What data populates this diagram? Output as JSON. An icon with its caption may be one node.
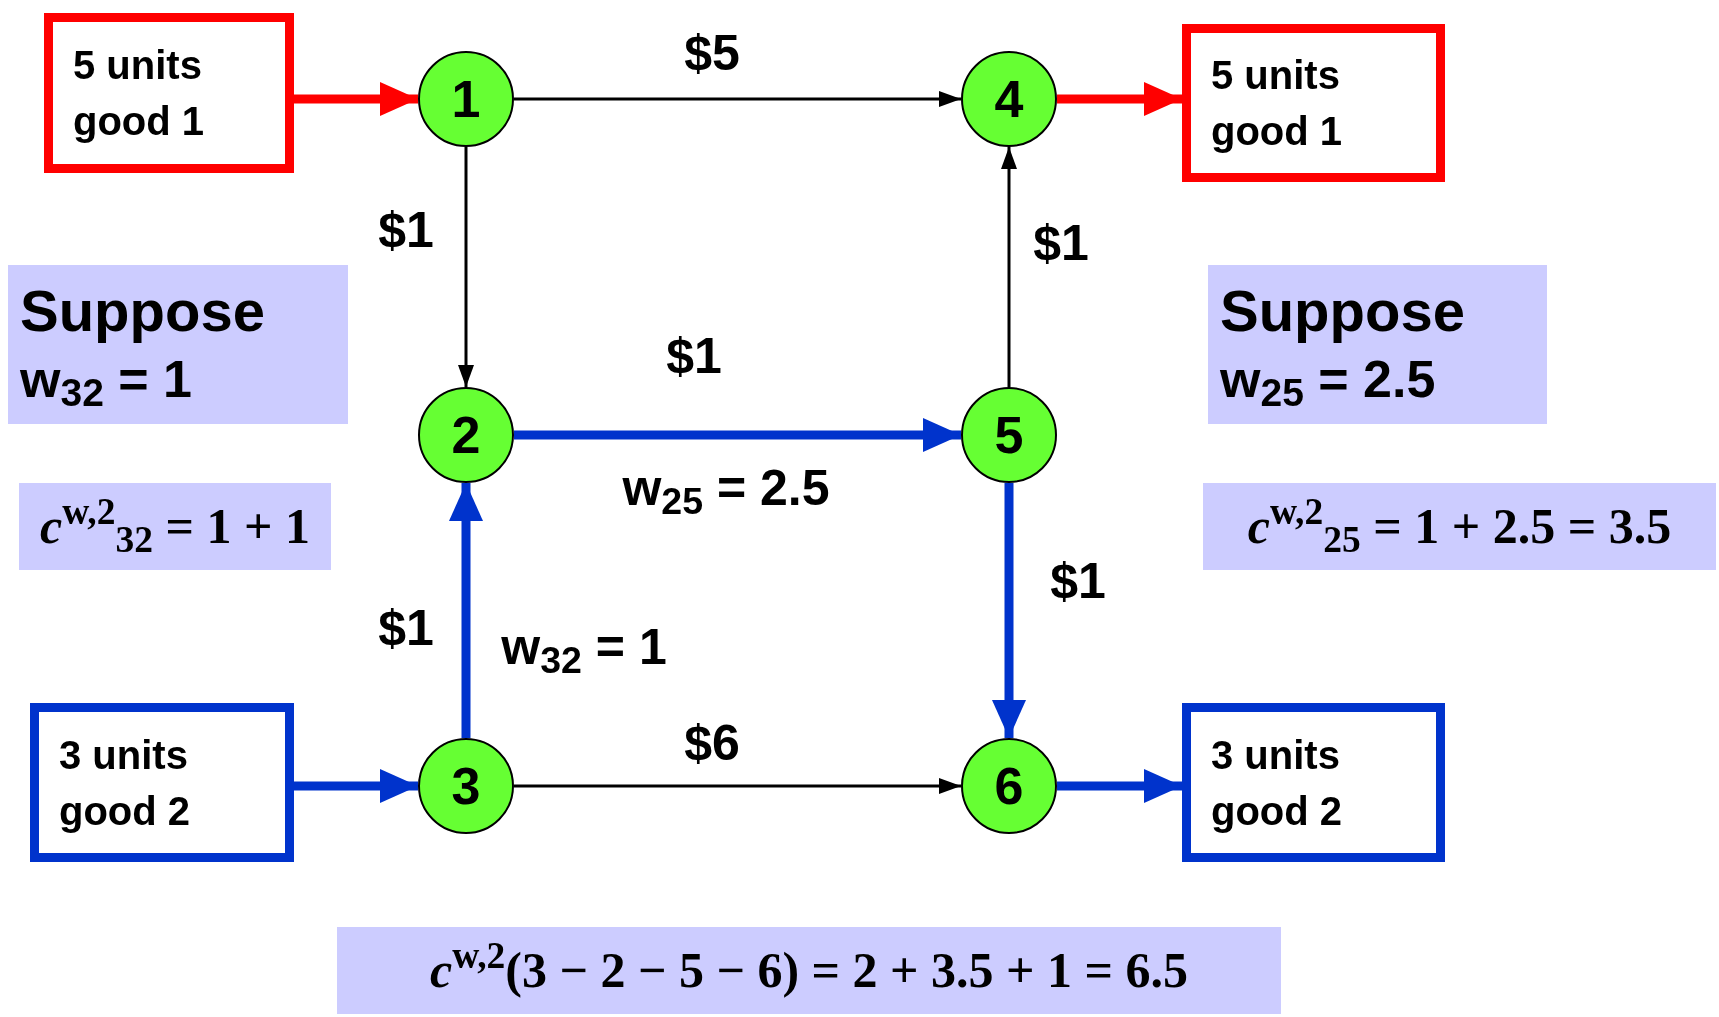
{
  "diagram": {
    "nodes": [
      {
        "text": [
          "5 units good 1"
        ]
      },
      {
        "text": [
          "1"
        ]
      },
      {
        "text": [
          "4"
        ]
      },
      {
        "text": [
          "5 units good 1"
        ]
      },
      {
        "text": [
          "Suppose",
          "w$_{32}$ = 1"
        ]
      },
      {
        "text": [
          "2"
        ]
      },
      {
        "text": [
          "5"
        ]
      },
      {
        "text": [
          "Suppose",
          "w$_{25}$ = 2.5"
        ]
      },
      {
        "text": [
          "*c*$^{w,2}$$_{32}$ = 1 + 1"
        ]
      },
      {
        "text": [
          "*c*$^{w,2}$$_{25}$ = 1 + 2.5 = 3.5"
        ]
      },
      {
        "text": [
          "3 units good 2"
        ]
      },
      {
        "text": [
          "3"
        ]
      },
      {
        "text": [
          "6"
        ]
      },
      {
        "text": [
          "3 units good 2"
        ]
      },
      {
        "text": [
          "*c*$^{w,2}$(3 − 2 − 5 − 6) = 2 + 3.5 + 1 = 6.5"
        ]
      }
    ],
    "edges": [
      {
        "from": 0,
        "to": 1,
        "arrow": "to",
        "color": "#ff0000"
      },
      {
        "from": 1,
        "to": 2,
        "arrow": "to",
        "label": "$5",
        "color": "#000000"
      },
      {
        "from": 2,
        "to": 3,
        "arrow": "to",
        "color": "#ff0000"
      },
      {
        "from": 1,
        "to": 5,
        "arrow": "to",
        "label": "$1",
        "color": "#000000"
      },
      {
        "from": 6,
        "to": 2,
        "arrow": "to",
        "label": "$1",
        "color": "#000000"
      },
      {
        "from": 5,
        "to": 6,
        "arrow": "to",
        "label": "$1"
      },
      {
        "from": 6,
        "to": 12,
        "arrow": "to",
        "label": "$1"
      },
      {
        "from": 11,
        "to": 5,
        "arrow": "to",
        "label": "$1"
      },
      {
        "from": 10,
        "to": 11,
        "arrow": "to"
      },
      {
        "from": 11,
        "to": 12,
        "arrow": "to",
        "label": "$6",
        "color": "#000000"
      },
      {
        "from": 12,
        "to": 13,
        "arrow": "to"
      }
    ],
    "labels": [
      "w$_{25}$ = 2.5",
      "w$_{32}$ = 1"
    ]
  }
}
